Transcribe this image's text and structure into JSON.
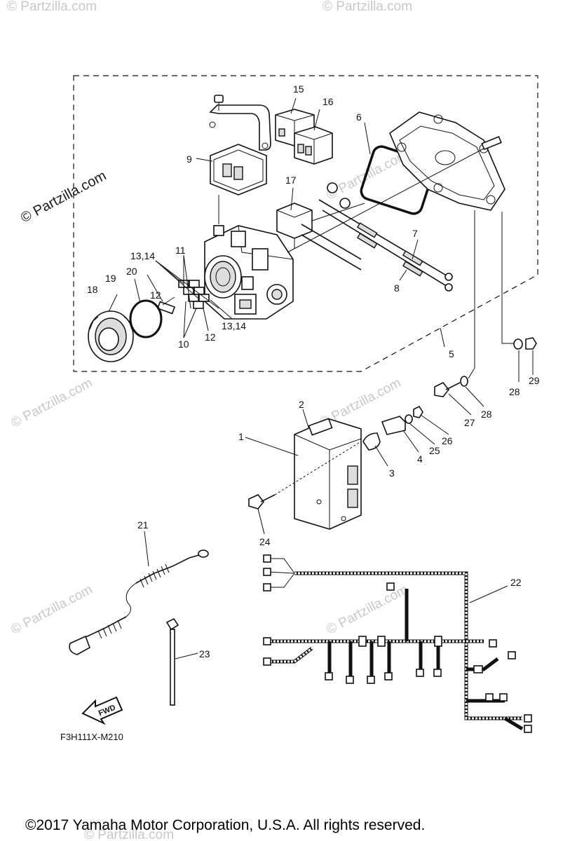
{
  "watermark": {
    "main": "© Partzilla.com",
    "faint": "© Partzilla.com"
  },
  "callouts": {
    "p1": "1",
    "p2": "2",
    "p3": "3",
    "p4": "4",
    "p5": "5",
    "p6": "6",
    "p7": "7",
    "p8": "8",
    "p9": "9",
    "p10": "10",
    "p11": "11",
    "p12a": "12",
    "p12b": "12",
    "p13_14a": "13,14",
    "p13_14b": "13,14",
    "p15": "15",
    "p16": "16",
    "p17": "17",
    "p18": "18",
    "p19": "19",
    "p20": "20",
    "p21": "21",
    "p22": "22",
    "p23": "23",
    "p24": "24",
    "p25": "25",
    "p26": "26",
    "p27": "27",
    "p28a": "28",
    "p28b": "28",
    "p29": "29"
  },
  "fwd_label": "FWD",
  "diagram_code": "F3H111X-M210",
  "copyright": "©2017  Yamaha Motor Corporation, U.S.A. All rights reserved.",
  "icons": [
    "fwd-arrow-icon"
  ]
}
